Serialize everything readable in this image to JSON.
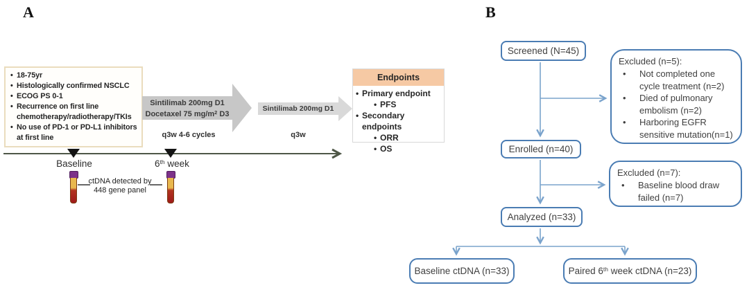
{
  "panel_a": {
    "label": "A",
    "eligibility_items": [
      "18-75yr",
      "Histologically confirmed NSCLC",
      "ECOG PS 0-1",
      "Recurrence on first line chemotherapy/radiotherapy/TKIs",
      "No use of PD-1 or PD-L1 inhibitors at first line"
    ],
    "arrow1": {
      "drug1": "Sintilimab 200mg D1",
      "drug2_pre": "Docetaxel 75 mg/m",
      "drug2_sup": "2",
      "drug2_post": " D3",
      "schedule": "q3w 4-6 cycles"
    },
    "arrow2": {
      "drug1": "Sintilimab 200mg D1",
      "schedule": "q3w"
    },
    "endpoints": {
      "header": "Endpoints",
      "primary_label": "Primary endpoint",
      "primary_items": [
        "PFS"
      ],
      "secondary_label": "Secondary endpoints",
      "secondary_items": [
        "ORR",
        "OS"
      ]
    },
    "timeline": {
      "baseline_label": "Baseline",
      "week6_pre": "6",
      "week6_sup": "th",
      "week6_post": " week",
      "note_line1": "ctDNA detected by",
      "note_line2": "448 gene panel"
    }
  },
  "panel_b": {
    "label": "B",
    "screened": "Screened (N=45)",
    "enrolled": "Enrolled (n=40)",
    "analyzed": "Analyzed (n=33)",
    "baseline_ctdna": "Baseline ctDNA (n=33)",
    "paired_pre": "Paired 6",
    "paired_sup": "th",
    "paired_post": " week  ctDNA (n=23)",
    "excluded5_title": "Excluded (n=5):",
    "excluded5_items": [
      "Not completed one cycle treatment (n=2)",
      "Died of pulmonary embolism (n=2)",
      "Harboring EGFR sensitive mutation(n=1)"
    ],
    "excluded7_title": "Excluded (n=7):",
    "excluded7_items": [
      "Baseline blood draw failed (n=7)"
    ]
  },
  "colors": {
    "flow_box_border": "#4a7cb3",
    "connector_line": "#7aa3cc",
    "endpoints_header_bg": "#f6c9a4",
    "eligibility_border": "#eadcbd",
    "arrow1_fill": "#c7c7c7",
    "arrow2_fill": "#d9d9d9",
    "timeline_line": "#4e5747",
    "timeline_marker": "#141414",
    "tube_cap": "#7d3189",
    "tube_serum": "#e9b84e",
    "tube_blood": "#9e1a1a"
  }
}
